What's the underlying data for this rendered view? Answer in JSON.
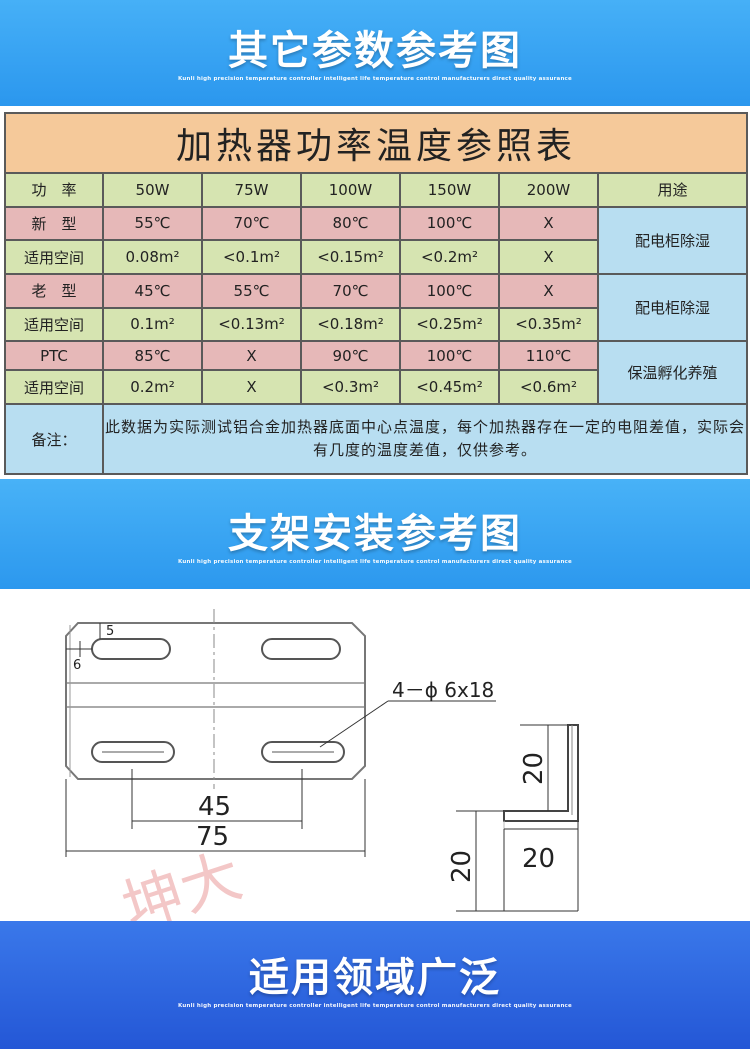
{
  "banner_top": {
    "title": "其它参数参考图",
    "subtitle": "Kunli high precision temperature controller intelligent life temperature control manufacturers direct quality assurance"
  },
  "table": {
    "caption": "加热器功率温度参照表",
    "header": [
      "功　率",
      "50W",
      "75W",
      "100W",
      "150W",
      "200W",
      "用途"
    ],
    "rows": [
      {
        "label": "新　型",
        "cells": [
          "55℃",
          "70℃",
          "80℃",
          "100℃",
          "X"
        ]
      },
      {
        "label": "适用空间",
        "cells": [
          "0.08m²",
          "<0.1m²",
          "<0.15m²",
          "<0.2m²",
          "X"
        ]
      },
      {
        "label": "老　型",
        "cells": [
          "45℃",
          "55℃",
          "70℃",
          "100℃",
          "X"
        ]
      },
      {
        "label": "适用空间",
        "cells": [
          "0.1m²",
          "<0.13m²",
          "<0.18m²",
          "<0.25m²",
          "<0.35m²"
        ]
      },
      {
        "label": "PTC",
        "cells": [
          "85℃",
          "X",
          "90℃",
          "100℃",
          "110℃"
        ]
      },
      {
        "label": "适用空间",
        "cells": [
          "0.2m²",
          "X",
          "<0.3m²",
          "<0.45m²",
          "<0.6m²"
        ]
      }
    ],
    "usages": [
      "配电柜除湿",
      "配电柜除湿",
      "保温孵化养殖"
    ],
    "remark_label": "备注：",
    "remark_text": "此数据为实际测试铝合金加热器底面中心点温度，每个加热器存在一定的电阻差值，实际会有几度的温度差值，仅供参考。"
  },
  "banner_mid": {
    "title": "支架安装参考图",
    "subtitle": "Kunli high precision temperature controller intelligent life temperature control manufacturers direct quality assurance"
  },
  "drawing": {
    "dim_5": "5",
    "dim_6": "6",
    "hole_spec": "4－ϕ 6x18",
    "dim_45": "45",
    "dim_75": "75",
    "dim_20_top": "20",
    "dim_20_left": "20",
    "dim_20_bottom": "20",
    "watermark": "坤大"
  },
  "banner_bottom": {
    "title": "适用领域广泛",
    "subtitle": "Kunli high precision temperature controller intelligent life temperature control manufacturers direct quality assurance"
  },
  "colors": {
    "banner_blue": "#2b97ee",
    "banner_dark_blue": "#2457d6",
    "caption_orange": "#f5c99a",
    "row_pink": "#e6b8b8",
    "row_green": "#d6e4b1",
    "cell_blue": "#b8def1"
  }
}
